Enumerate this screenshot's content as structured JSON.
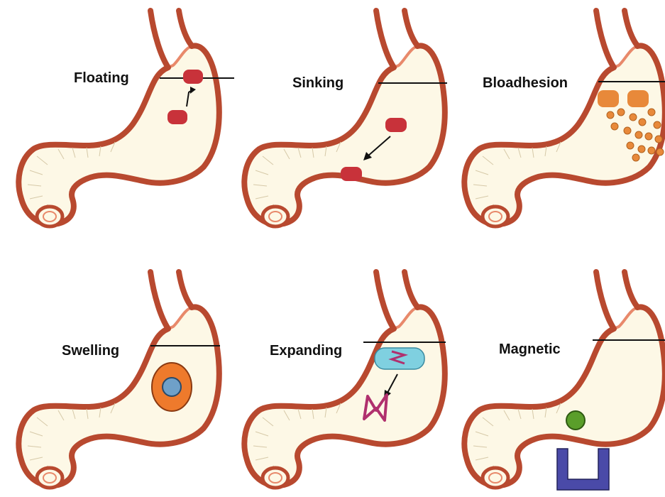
{
  "panels": [
    {
      "label": "Floating"
    },
    {
      "label": "Sinking"
    },
    {
      "label": "Bloadhesion"
    },
    {
      "label": "Swelling"
    },
    {
      "label": "Expanding"
    },
    {
      "label": "Magnetic"
    }
  ],
  "colors": {
    "stomach_fill": "#fdf8e6",
    "stomach_wall": "#b8492f",
    "tablet": "#c8323a",
    "bioadhesive": "#e8893a",
    "swelling_outer": "#ee7a2c",
    "swelling_core": "#6fa0c8",
    "capsule": "#7fd0e0",
    "expanded_device": "#b0306e",
    "magnet_ball": "#5a9e2a",
    "magnet": "#4a4aa8"
  }
}
